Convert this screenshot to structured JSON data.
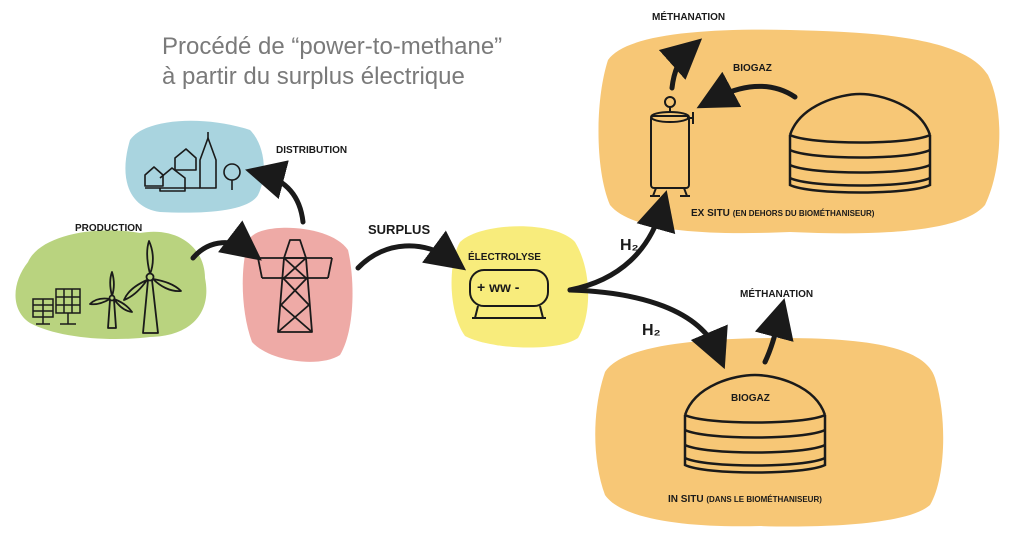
{
  "title": {
    "line1": "Procédé de “power-to-methane”",
    "line2": "à partir du surplus électrique"
  },
  "labels": {
    "production": "PRODUCTION",
    "distribution": "DISTRIBUTION",
    "surplus": "SURPLUS",
    "electrolyse": "ÉLECTROLYSE",
    "electrolyser_symbol": "+ ww -",
    "h2_top": "H₂",
    "h2_bottom": "H₂",
    "methanation_top": "MÉTHANATION",
    "methanation_bottom": "MÉTHANATION",
    "biogaz_top": "BIOGAZ",
    "biogaz_bottom": "BIOGAZ",
    "ex_situ": "EX SITU",
    "ex_situ_detail": "(EN DEHORS DU BIOMÉTHANISEUR)",
    "in_situ": "IN SITU",
    "in_situ_detail": "(DANS LE BIOMÉTHANISEUR)"
  },
  "colors": {
    "title": "#7a7a7a",
    "production_blob": "#b9d37f",
    "distribution_blob": "#a9d4df",
    "grid_blob": "#eeaaa6",
    "electrolyse_blob": "#f8ec7c",
    "methanation_blob": "#f7c776",
    "ink": "#1a1a1a"
  }
}
